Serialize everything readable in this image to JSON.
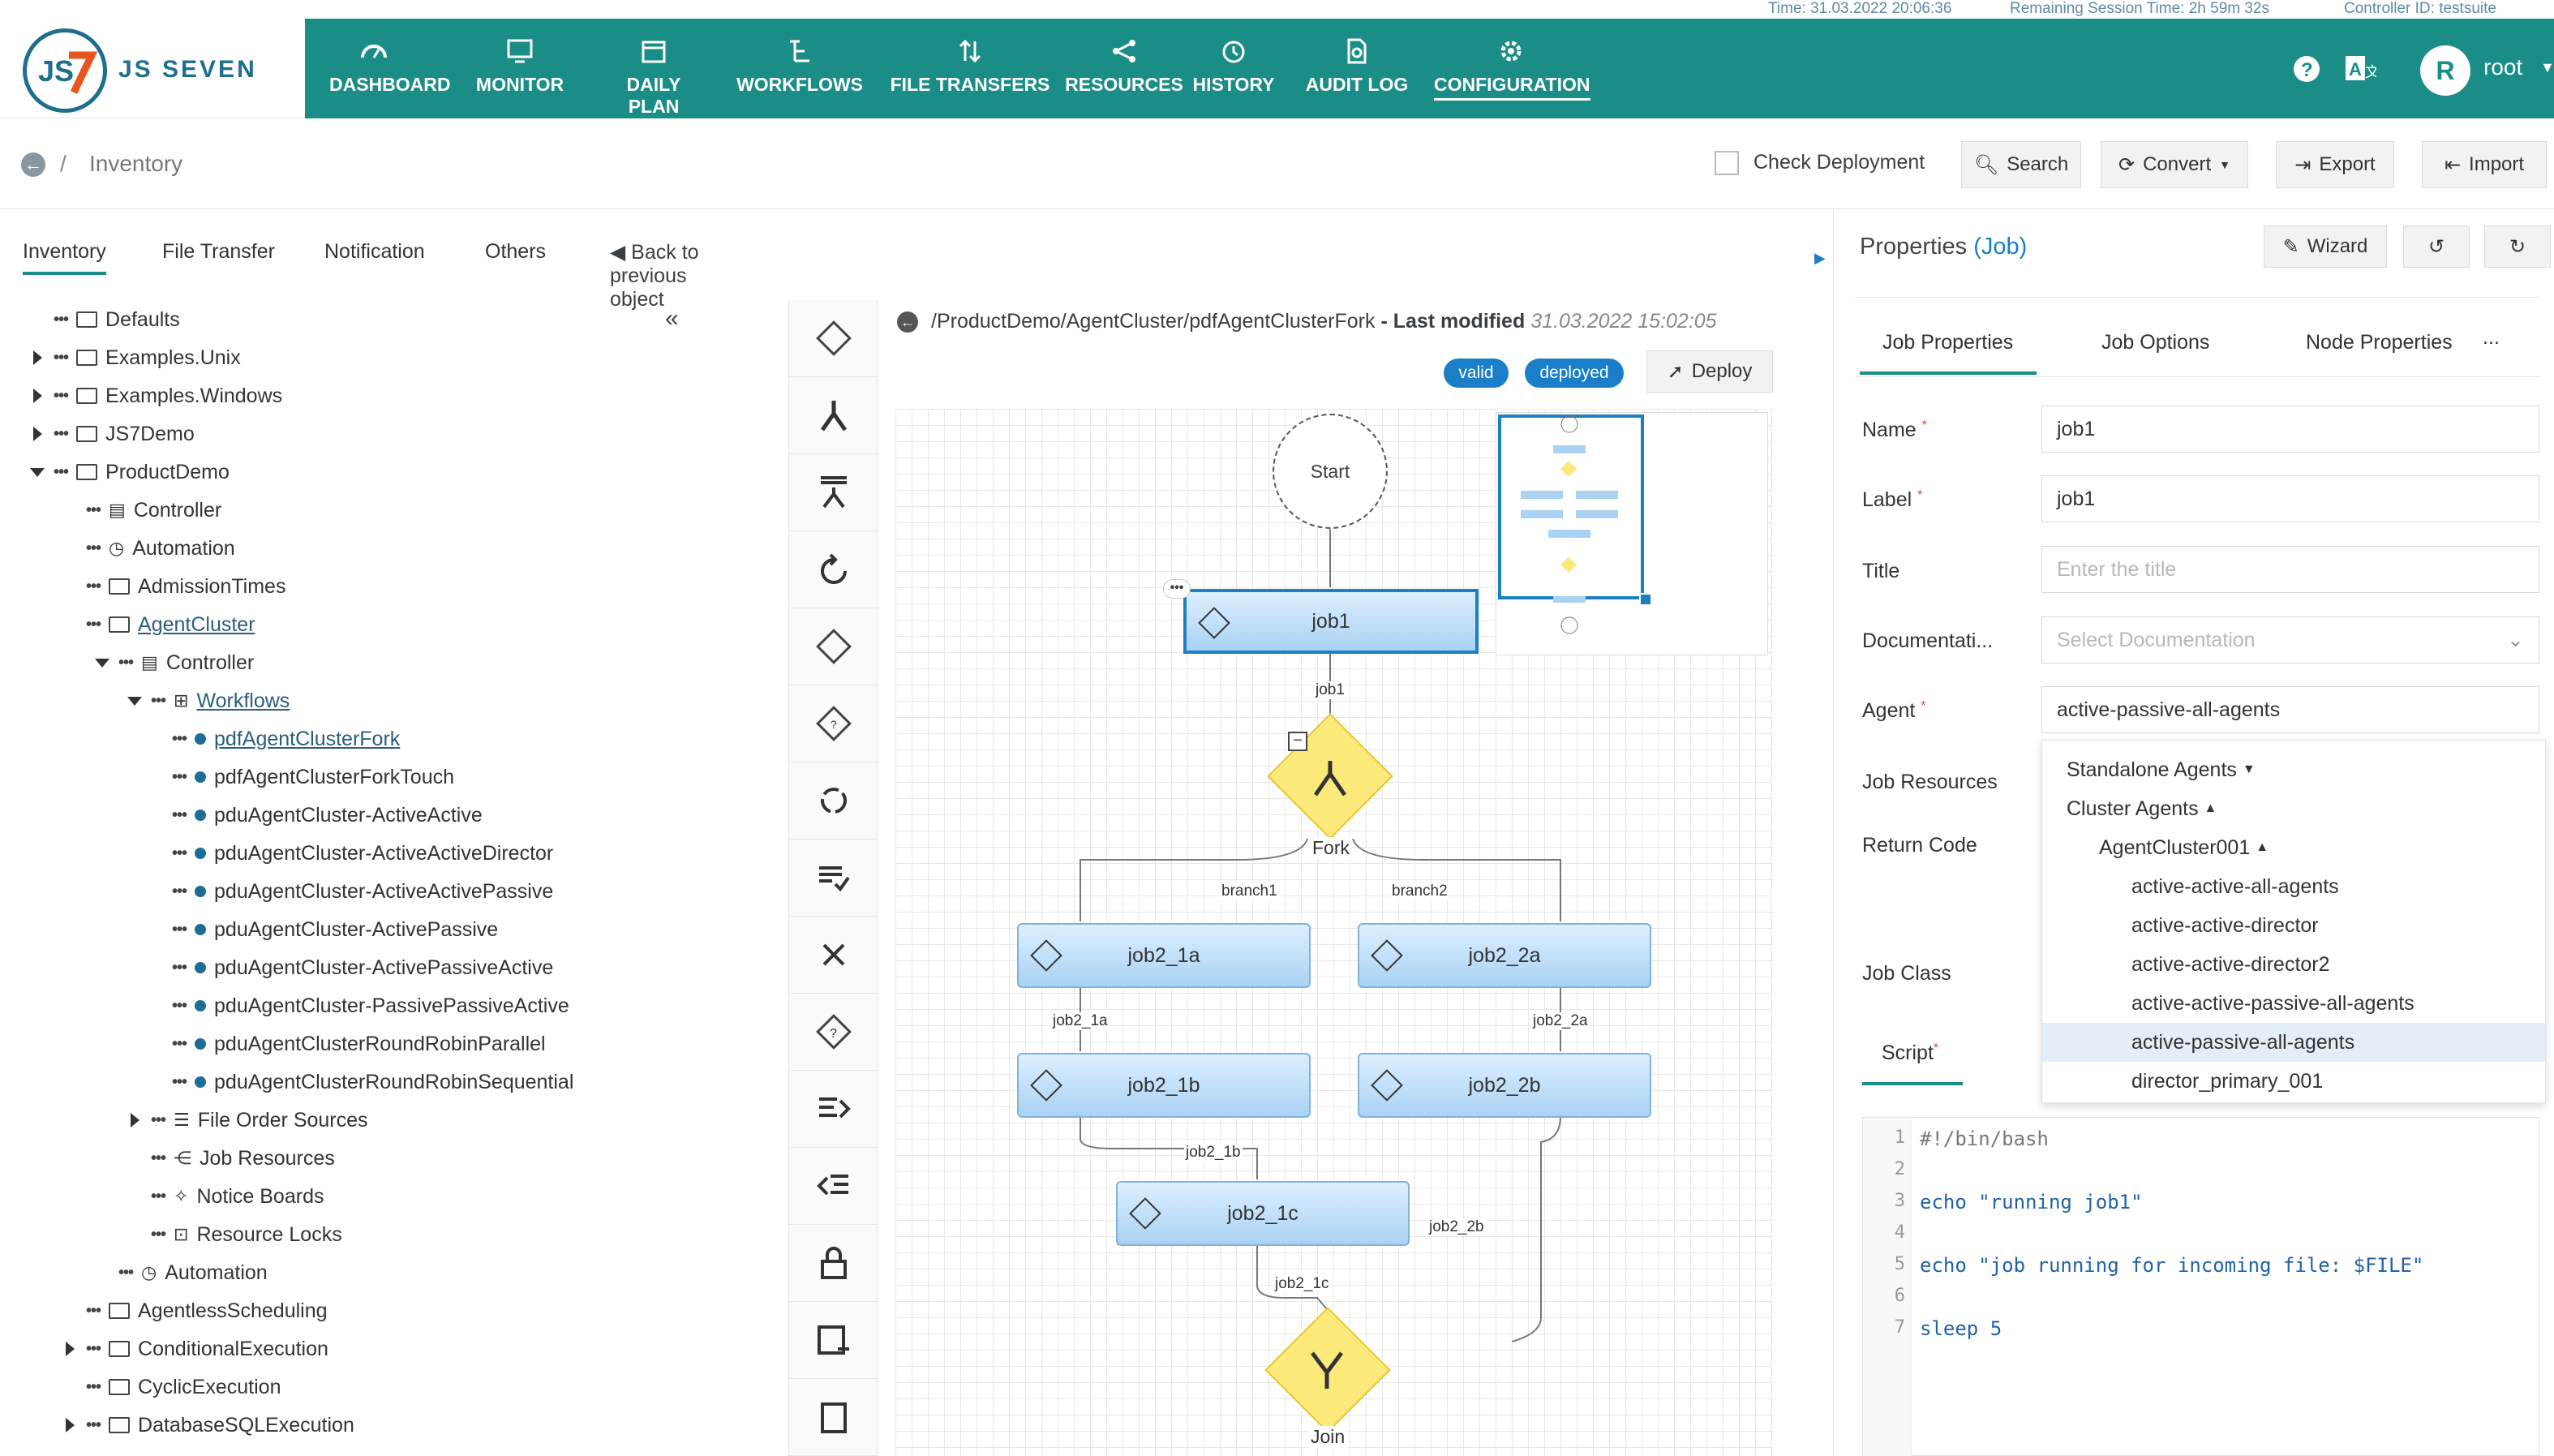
{
  "session": {
    "time": "Time: 31.03.2022 20:06:36",
    "remaining": "Remaining Session Time: 2h 59m 32s",
    "controller": "Controller ID: testsuite"
  },
  "app": {
    "logo_text": "JS SEVEN"
  },
  "nav": {
    "items": [
      "DASHBOARD",
      "MONITOR",
      "DAILY PLAN",
      "WORKFLOWS",
      "FILE TRANSFERS",
      "RESOURCES",
      "HISTORY",
      "AUDIT LOG",
      "CONFIGURATION"
    ],
    "active": "CONFIGURATION",
    "user_initial": "R",
    "user_name": "root"
  },
  "breadcrumb": {
    "title": "Inventory",
    "check_deployment": "Check Deployment",
    "buttons": {
      "search": "Search",
      "convert": "Convert",
      "export": "Export",
      "import": "Import"
    }
  },
  "left_tabs": [
    "Inventory",
    "File Transfer",
    "Notification",
    "Others"
  ],
  "back_link": "Back to previous object",
  "tree": [
    "Defaults",
    "Examples.Unix",
    "Examples.Windows",
    "JS7Demo",
    "ProductDemo",
    "Controller",
    "Automation",
    "AdmissionTimes",
    "AgentCluster",
    "Controller",
    "Workflows",
    "pdfAgentClusterFork",
    "pdfAgentClusterForkTouch",
    "pduAgentCluster-ActiveActive",
    "pduAgentCluster-ActiveActiveDirector",
    "pduAgentCluster-ActiveActivePassive",
    "pduAgentCluster-ActivePassive",
    "pduAgentCluster-ActivePassiveActive",
    "pduAgentCluster-PassivePassiveActive",
    "pduAgentClusterRoundRobinParallel",
    "pduAgentClusterRoundRobinSequential",
    "File Order Sources",
    "Job Resources",
    "Notice Boards",
    "Resource Locks",
    "Automation",
    "AgentlessScheduling",
    "ConditionalExecution",
    "CyclicExecution",
    "DatabaseSQLExecution"
  ],
  "workflow": {
    "path": "/ProductDemo/AgentCluster/pdfAgentClusterFork",
    "last_modified_label": "- Last modified",
    "last_modified": "31.03.2022 15:02:05",
    "badge_valid": "valid",
    "badge_deployed": "deployed",
    "deploy": "Deploy",
    "nodes": {
      "start": "Start",
      "job1": "job1",
      "fork": "Fork",
      "join": "Join",
      "job2_1a": "job2_1a",
      "job2_2a": "job2_2a",
      "job2_1b": "job2_1b",
      "job2_2b": "job2_2b",
      "job2_1c": "job2_1c"
    },
    "edges": {
      "e_job1": "job1",
      "branch1": "branch1",
      "branch2": "branch2",
      "e_2_1a": "job2_1a",
      "e_2_2a": "job2_2a",
      "e_2_1b": "job2_1b",
      "e_2_2b": "job2_2b",
      "e_2_1c": "job2_1c"
    }
  },
  "properties": {
    "title": "Properties",
    "type": "(Job)",
    "wizard": "Wizard",
    "tabs": [
      "Job Properties",
      "Job Options",
      "Node Properties",
      "..."
    ],
    "labels": {
      "name": "Name",
      "label": "Label",
      "title": "Title",
      "documentation": "Documentati...",
      "agent": "Agent",
      "job_resources": "Job Resources",
      "return_code": "Return Code",
      "job_class": "Job Class",
      "script": "Script"
    },
    "values": {
      "name": "job1",
      "label": "job1",
      "agent": "active-passive-all-agents"
    },
    "placeholders": {
      "title": "Enter the title",
      "documentation": "Select Documentation"
    },
    "dropdown": {
      "group_standalone": "Standalone Agents",
      "group_cluster": "Cluster Agents",
      "cluster_name": "AgentCluster001",
      "agents": [
        "active-active-all-agents",
        "active-active-director",
        "active-active-director2",
        "active-active-passive-all-agents",
        "active-passive-all-agents",
        "director_primary_001"
      ],
      "selected": "active-passive-all-agents"
    },
    "script_lines": [
      "#!/bin/bash",
      "",
      "echo \"running job1\"",
      "",
      "echo \"job running for incoming file: $FILE\"",
      "",
      "sleep 5"
    ]
  },
  "colors": {
    "nav_bg": "#1b8d87",
    "accent_blue": "#1b7fc1",
    "badge_blue": "#1a7ec8",
    "fork_yellow": "#fbe97a"
  }
}
